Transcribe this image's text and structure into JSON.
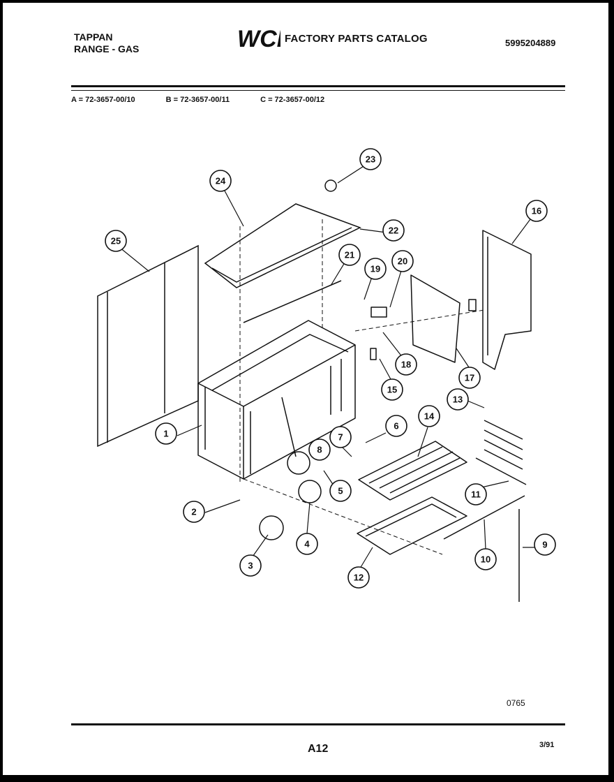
{
  "header": {
    "brand_line1": "TAPPAN",
    "brand_line2": "RANGE - GAS",
    "logo_text": "WCI",
    "catalog_title": "FACTORY PARTS CATALOG",
    "doc_number": "5995204889"
  },
  "models": [
    "A = 72-3657-00/10",
    "B = 72-3657-00/11",
    "C = 72-3657-00/12"
  ],
  "callouts": [
    "1",
    "2",
    "3",
    "4",
    "5",
    "6",
    "7",
    "8",
    "9",
    "10",
    "11",
    "12",
    "13",
    "14",
    "15",
    "16",
    "17",
    "18",
    "19",
    "20",
    "21",
    "22",
    "23",
    "24",
    "25"
  ],
  "footer": {
    "drawing_code": "0765",
    "page_number": "A12",
    "revision_date": "3/91"
  }
}
